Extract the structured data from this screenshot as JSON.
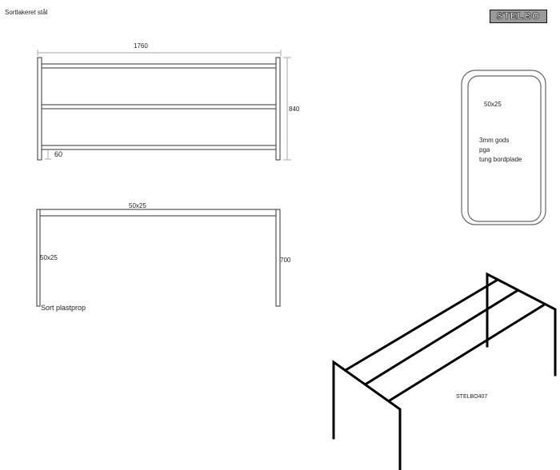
{
  "title": "Sortlakeret stål",
  "logo": "STELBO",
  "top_view": {
    "width_label": "1760",
    "depth_label": "840",
    "offset_label": "60"
  },
  "side_view": {
    "rail_profile": "50x25",
    "leg_profile": "50x25",
    "height_label": "700",
    "foot_note": "Sort plastprop"
  },
  "cross_section": {
    "profile": "50x25",
    "note_lines": [
      "3mm gods",
      "pga",
      "tung bordplade"
    ]
  },
  "model": "STELBO407"
}
